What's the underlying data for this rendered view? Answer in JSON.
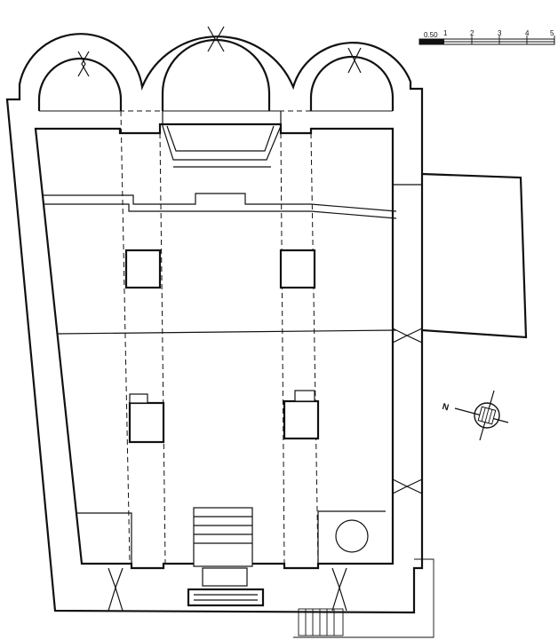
{
  "scale_bar": {
    "ticks": [
      "0.50",
      "1",
      "2",
      "3",
      "4",
      "5"
    ]
  },
  "north_arrow": {
    "label": "N"
  },
  "colors": {
    "ink": "#111111",
    "paper": "#ffffff"
  }
}
